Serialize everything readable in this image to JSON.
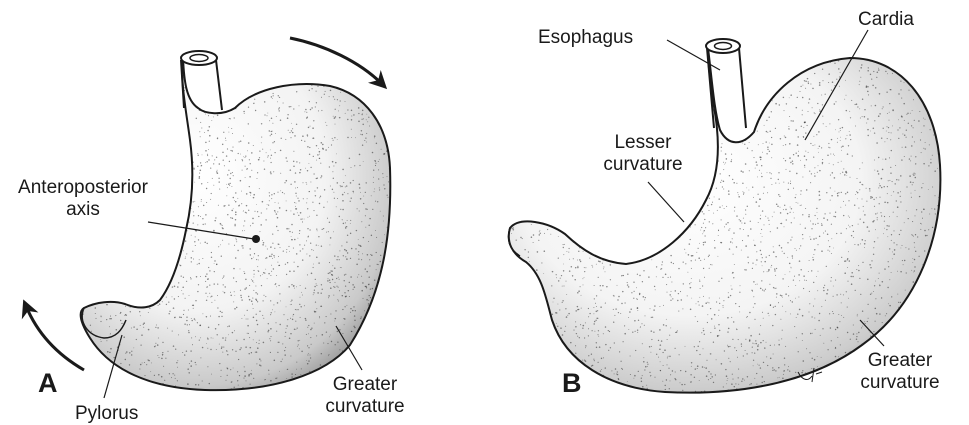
{
  "panels": {
    "a": {
      "letter": "A",
      "labels": {
        "axis_line1": "Anteroposterior",
        "axis_line2": "axis",
        "pylorus": "Pylorus",
        "greater_line1": "Greater",
        "greater_line2": "curvature"
      }
    },
    "b": {
      "letter": "B",
      "labels": {
        "esophagus": "Esophagus",
        "cardia": "Cardia",
        "lesser_line1": "Lesser",
        "lesser_line2": "curvature",
        "greater_line1": "Greater",
        "greater_line2": "curvature"
      }
    }
  },
  "colors": {
    "ink": "#1a1a1a",
    "stipple": "#2a2a2a"
  }
}
